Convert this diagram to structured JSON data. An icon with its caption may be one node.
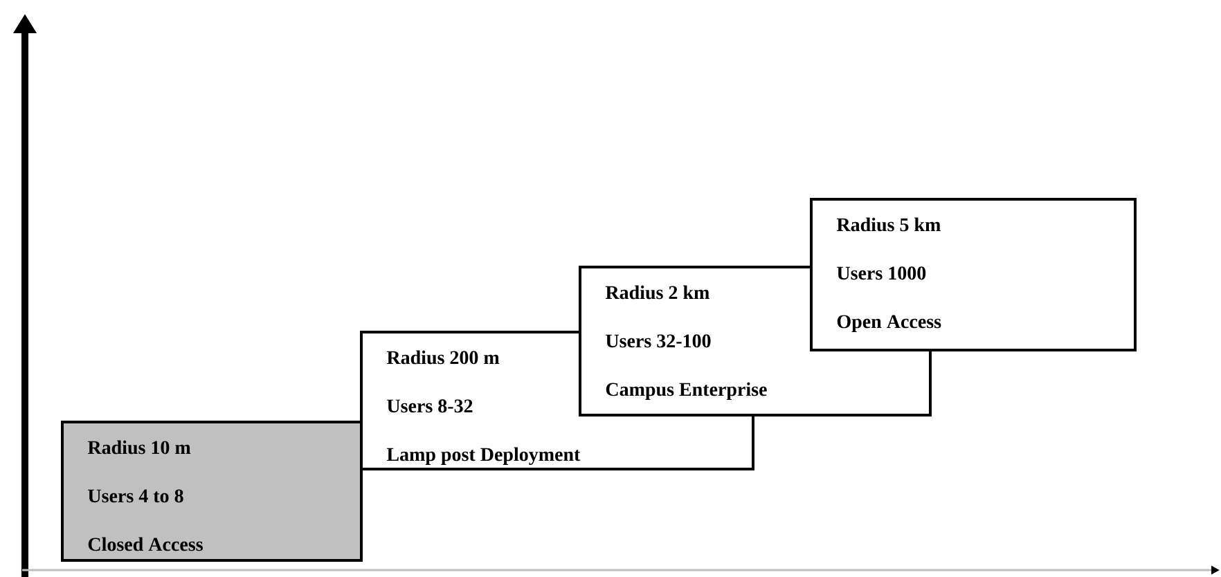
{
  "diagram": {
    "nodes": [
      {
        "text": [
          "Radius 10 m",
          "Users 4 to 8",
          "Closed Access"
        ]
      },
      {
        "text": [
          "Radius 200 m",
          "Users 8-32",
          "Lamp post Deployment"
        ]
      },
      {
        "text": [
          "Radius 2 km",
          "Users 32-100",
          "Campus Enterprise"
        ]
      },
      {
        "text": [
          "Radius 5 km",
          "Users 1000",
          "Open Access"
        ]
      }
    ]
  }
}
